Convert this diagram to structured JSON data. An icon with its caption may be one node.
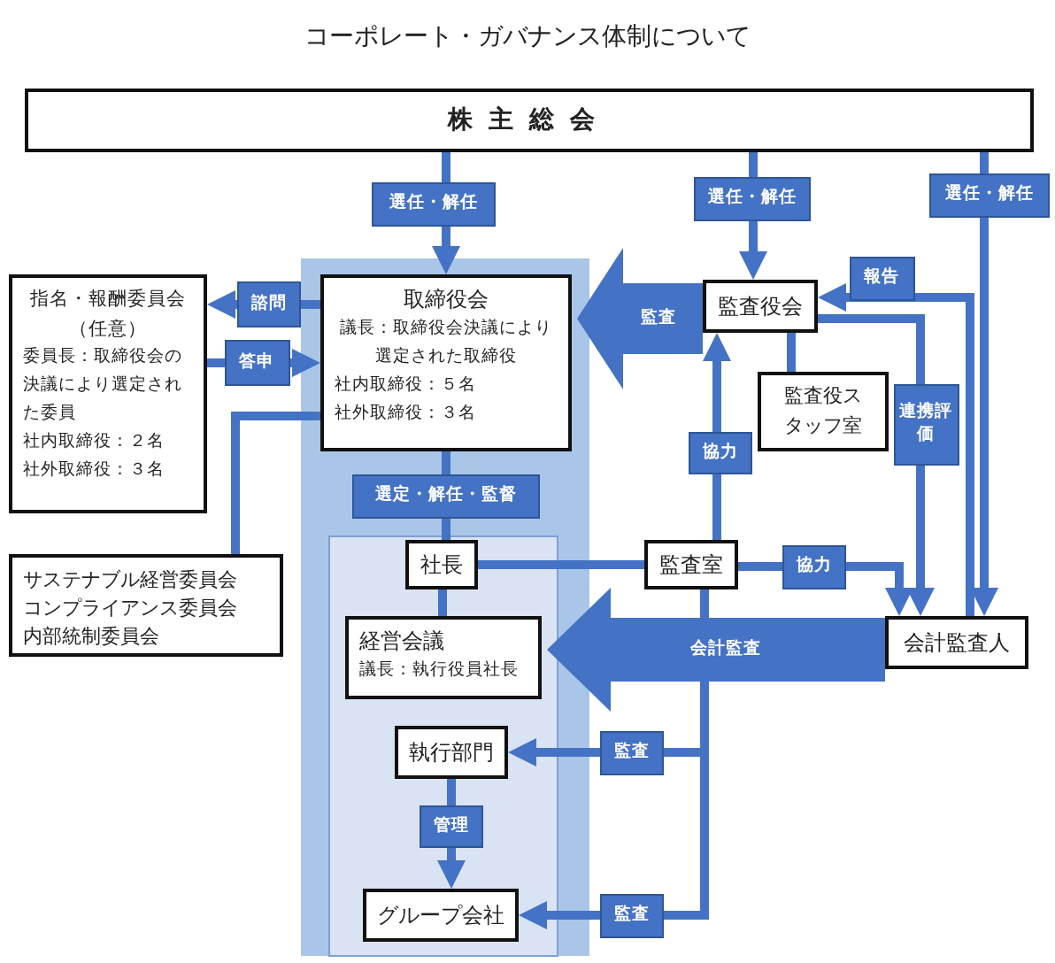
{
  "diagram": {
    "title": "コーポレート・ガバナンス体制について",
    "nodes": [
      {
        "text": [
          "株主総会"
        ]
      },
      {
        "text": [
          "指名・報酬委員会",
          "（任意）",
          "委員長：取締役会の決議により選定された委員",
          "社内取締役：２名",
          "社外取締役：３名"
        ]
      },
      {
        "text": [
          "取締役会",
          "議長：取締役会決議により選定された取締役",
          "社内取締役：５名",
          "社外取締役：３名"
        ]
      },
      {
        "text": [
          "監査役会"
        ]
      },
      {
        "text": [
          "監査役スタッフ室"
        ]
      },
      {
        "text": [
          "サステナブル経営委員会",
          "コンプライアンス委員会",
          "内部統制委員会"
        ]
      },
      {
        "text": [
          "社長"
        ]
      },
      {
        "text": [
          "監査室"
        ]
      },
      {
        "text": [
          "会計監査人"
        ]
      },
      {
        "text": [
          "経営会議",
          "議長：執行役員社長"
        ]
      },
      {
        "text": [
          "執行部門"
        ]
      },
      {
        "text": [
          "グループ会社"
        ]
      }
    ],
    "edges": [
      {
        "from": 0,
        "to": 2,
        "arrow": "to",
        "label": "選任・解任"
      },
      {
        "from": 0,
        "to": 3,
        "arrow": "to",
        "label": "選任・解任"
      },
      {
        "from": 0,
        "to": 8,
        "arrow": "to",
        "label": "選任・解任"
      },
      {
        "from": 2,
        "to": 1,
        "arrow": "to",
        "label": "諮問"
      },
      {
        "from": 1,
        "to": 2,
        "arrow": "to",
        "label": "答申"
      },
      {
        "from": 2,
        "to": 5,
        "arrow": "none"
      },
      {
        "from": 3,
        "to": 2,
        "arrow": "to",
        "label": "監査"
      },
      {
        "from": 3,
        "to": 4,
        "arrow": "none"
      },
      {
        "from": 7,
        "to": 3,
        "arrow": "to",
        "label": "協力"
      },
      {
        "from": 8,
        "to": 3,
        "arrow": "to",
        "label": "報告"
      },
      {
        "from": 3,
        "to": 8,
        "arrow": "to",
        "label": "連携評価"
      },
      {
        "from": 7,
        "to": 8,
        "arrow": "to",
        "label": "協力"
      },
      {
        "from": 2,
        "to": 6,
        "arrow": "none",
        "label": "選定・解任・監督"
      },
      {
        "from": 6,
        "to": 7,
        "arrow": "none"
      },
      {
        "from": 6,
        "to": 9,
        "arrow": "none"
      },
      {
        "from": 8,
        "to": 9,
        "arrow": "to",
        "label": "会計監査"
      },
      {
        "from": 7,
        "to": 10,
        "arrow": "to",
        "label": "監査"
      },
      {
        "from": 7,
        "to": 11,
        "arrow": "to",
        "label": "監査"
      },
      {
        "from": 10,
        "to": 11,
        "arrow": "to",
        "label": "管理"
      }
    ]
  }
}
